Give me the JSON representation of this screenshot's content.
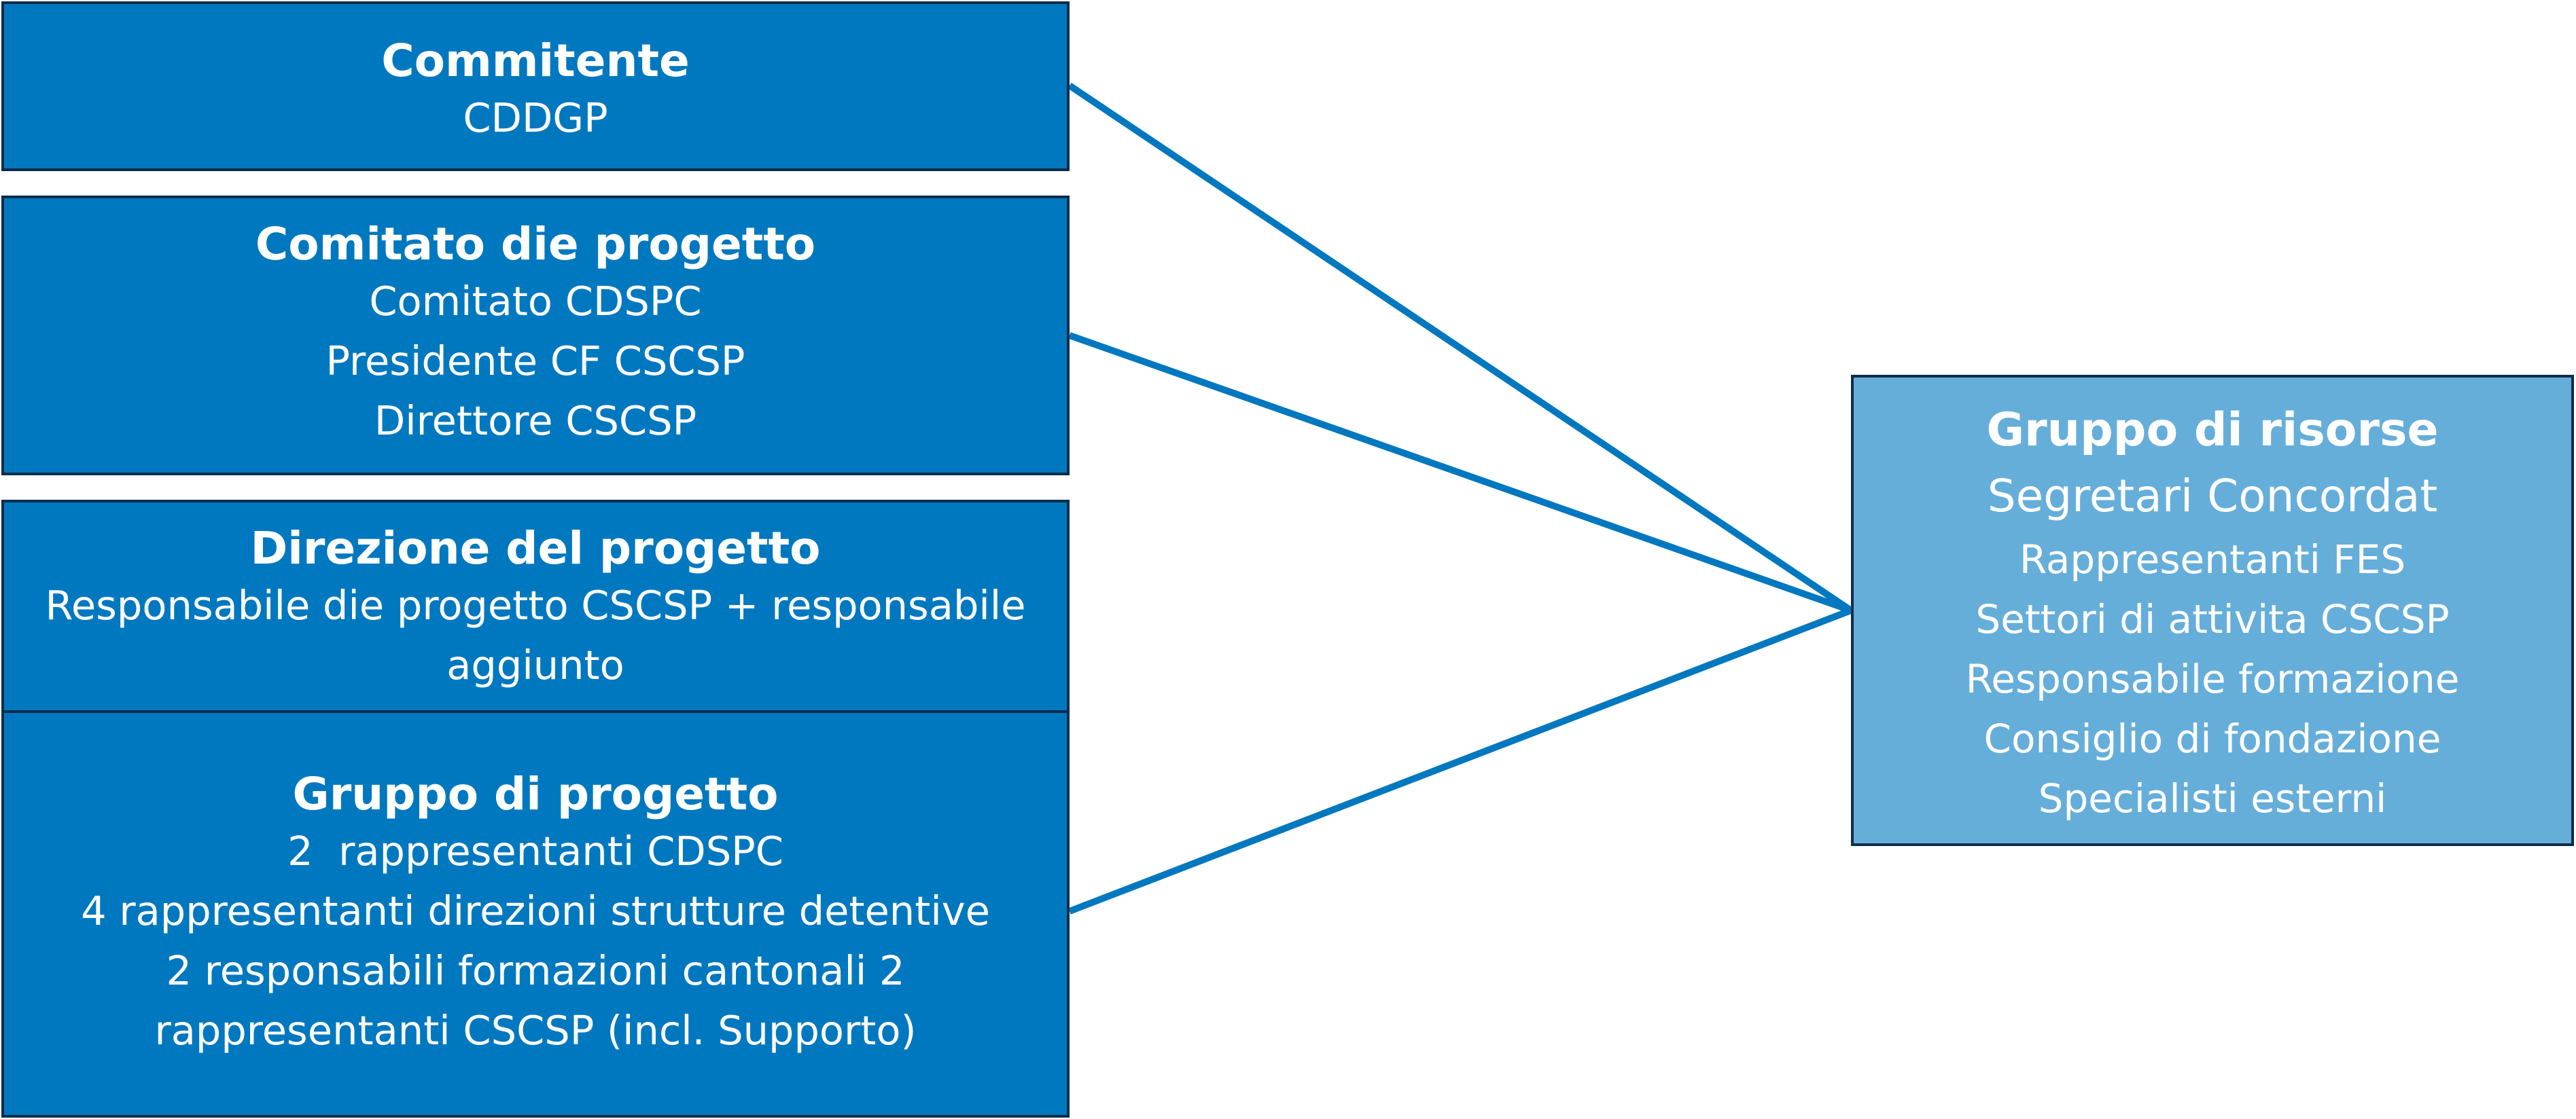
{
  "diagram": {
    "colors": {
      "primary_box": "#0078BF",
      "secondary_box": "#65AEDA",
      "border": "#0c2d4a",
      "connector": "#0078BF",
      "text": "#ffffff"
    },
    "commitente": {
      "title": "Commitente",
      "lines": [
        "CDDGP"
      ]
    },
    "comitato": {
      "title": "Comitato die progetto",
      "lines": [
        "Comitato CDSPC",
        "Presidente CF CSCSP",
        "Direttore CSCSP"
      ]
    },
    "direzione": {
      "title": "Direzione del progetto",
      "lines": [
        "Responsabile die progetto CSCSP + responsabile aggiunto"
      ]
    },
    "gruppo_progetto": {
      "title": "Gruppo di progetto",
      "lines": [
        "2  rappresentanti CDSPC",
        "4 rappresentanti direzioni strutture detentive",
        "2 responsabili formazioni cantonali 2",
        "rappresentanti CSCSP (incl. Supporto)"
      ]
    },
    "gruppo_risorse": {
      "title": "Gruppo di risorse",
      "lines": [
        "Segretari Concordat",
        "Rappresentanti FES",
        "Settori di attivita CSCSP",
        "Responsabile formazione",
        "Consiglio di fondazione",
        "Specialisti esterni"
      ]
    }
  }
}
